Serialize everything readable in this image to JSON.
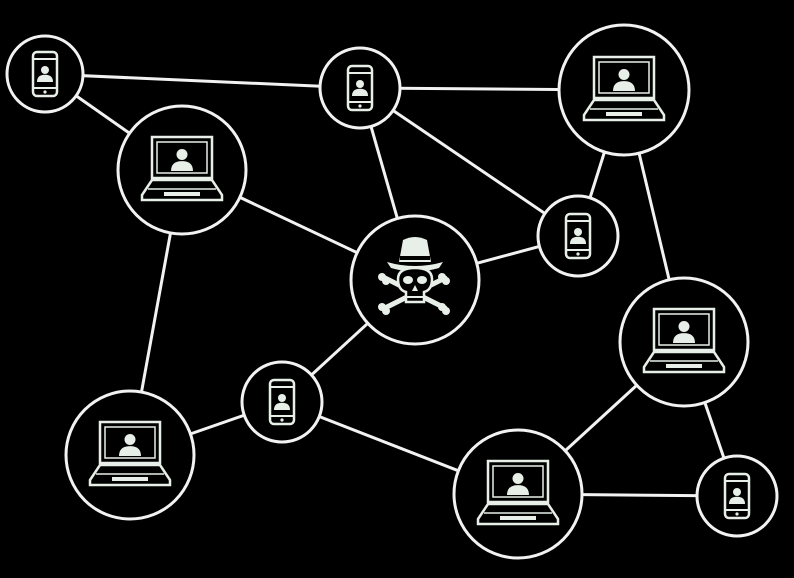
{
  "diagram": {
    "colors": {
      "background": "#000000",
      "stroke": "#f2f2f2",
      "icon": "#e8efe8"
    },
    "nodes": [
      {
        "id": "n1",
        "kind": "phone"
      },
      {
        "id": "n2",
        "kind": "laptop"
      },
      {
        "id": "n3",
        "kind": "phone"
      },
      {
        "id": "n4",
        "kind": "laptop"
      },
      {
        "id": "n5",
        "kind": "phone"
      },
      {
        "id": "n6",
        "kind": "hacker-skull"
      },
      {
        "id": "n7",
        "kind": "laptop"
      },
      {
        "id": "n8",
        "kind": "phone"
      },
      {
        "id": "n9",
        "kind": "laptop"
      },
      {
        "id": "n10",
        "kind": "laptop"
      },
      {
        "id": "n11",
        "kind": "phone"
      }
    ],
    "edges": [
      [
        "n1",
        "n3"
      ],
      [
        "n1",
        "n2"
      ],
      [
        "n3",
        "n4"
      ],
      [
        "n3",
        "n6"
      ],
      [
        "n3",
        "n5"
      ],
      [
        "n4",
        "n5"
      ],
      [
        "n4",
        "n7"
      ],
      [
        "n2",
        "n6"
      ],
      [
        "n2",
        "n9"
      ],
      [
        "n6",
        "n5"
      ],
      [
        "n6",
        "n8"
      ],
      [
        "n8",
        "n9"
      ],
      [
        "n8",
        "n10"
      ],
      [
        "n10",
        "n7"
      ],
      [
        "n10",
        "n11"
      ],
      [
        "n7",
        "n11"
      ]
    ]
  }
}
